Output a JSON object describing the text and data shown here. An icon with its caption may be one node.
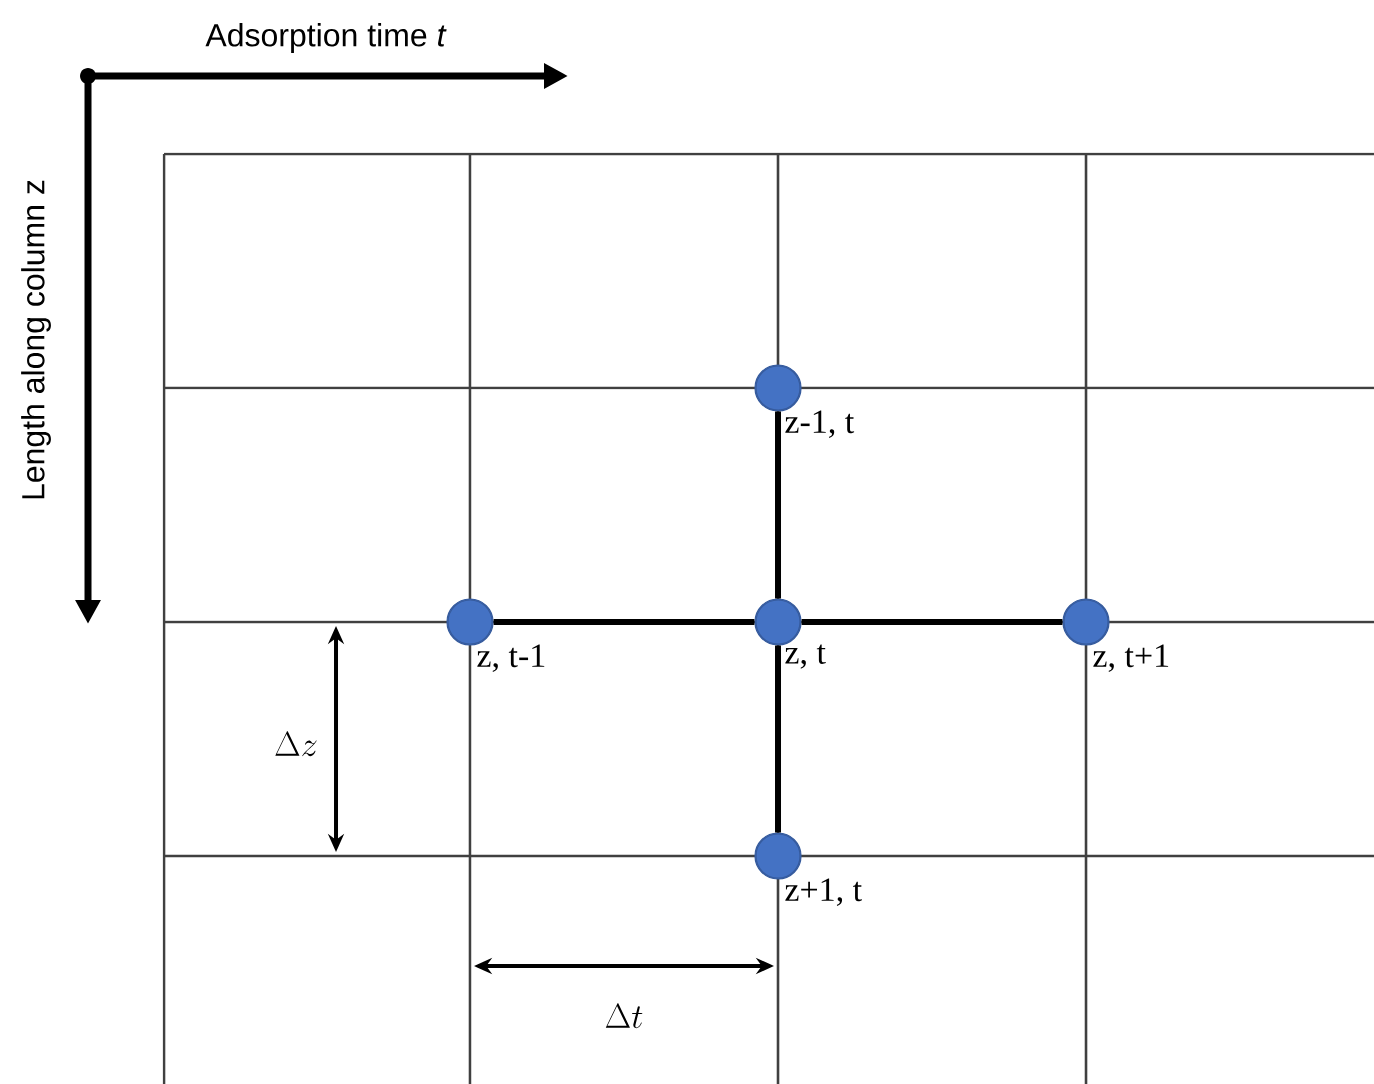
{
  "diagram": {
    "nodes": [
      {
        "text": [],
        "shape": "circle",
        "beside": [
          "z-1, t"
        ]
      },
      {
        "text": [],
        "shape": "circle",
        "beside": [
          "z, t-1"
        ]
      },
      {
        "text": [],
        "shape": "circle",
        "beside": [
          "z, t"
        ]
      },
      {
        "text": [],
        "shape": "circle",
        "beside": [
          "z, t+1"
        ]
      },
      {
        "text": [],
        "shape": "circle",
        "beside": [
          "z+1, t"
        ]
      }
    ],
    "edges": [
      {
        "from": 2,
        "to": 0,
        "arrow": "none"
      },
      {
        "from": 2,
        "to": 1,
        "arrow": "none"
      },
      {
        "from": 2,
        "to": 3,
        "arrow": "none"
      },
      {
        "from": 2,
        "to": 4,
        "arrow": "none"
      }
    ],
    "labels": [
      "Adsorption time *t*",
      "Length along column z",
      "\\Delta z",
      "\\Delta t"
    ]
  }
}
